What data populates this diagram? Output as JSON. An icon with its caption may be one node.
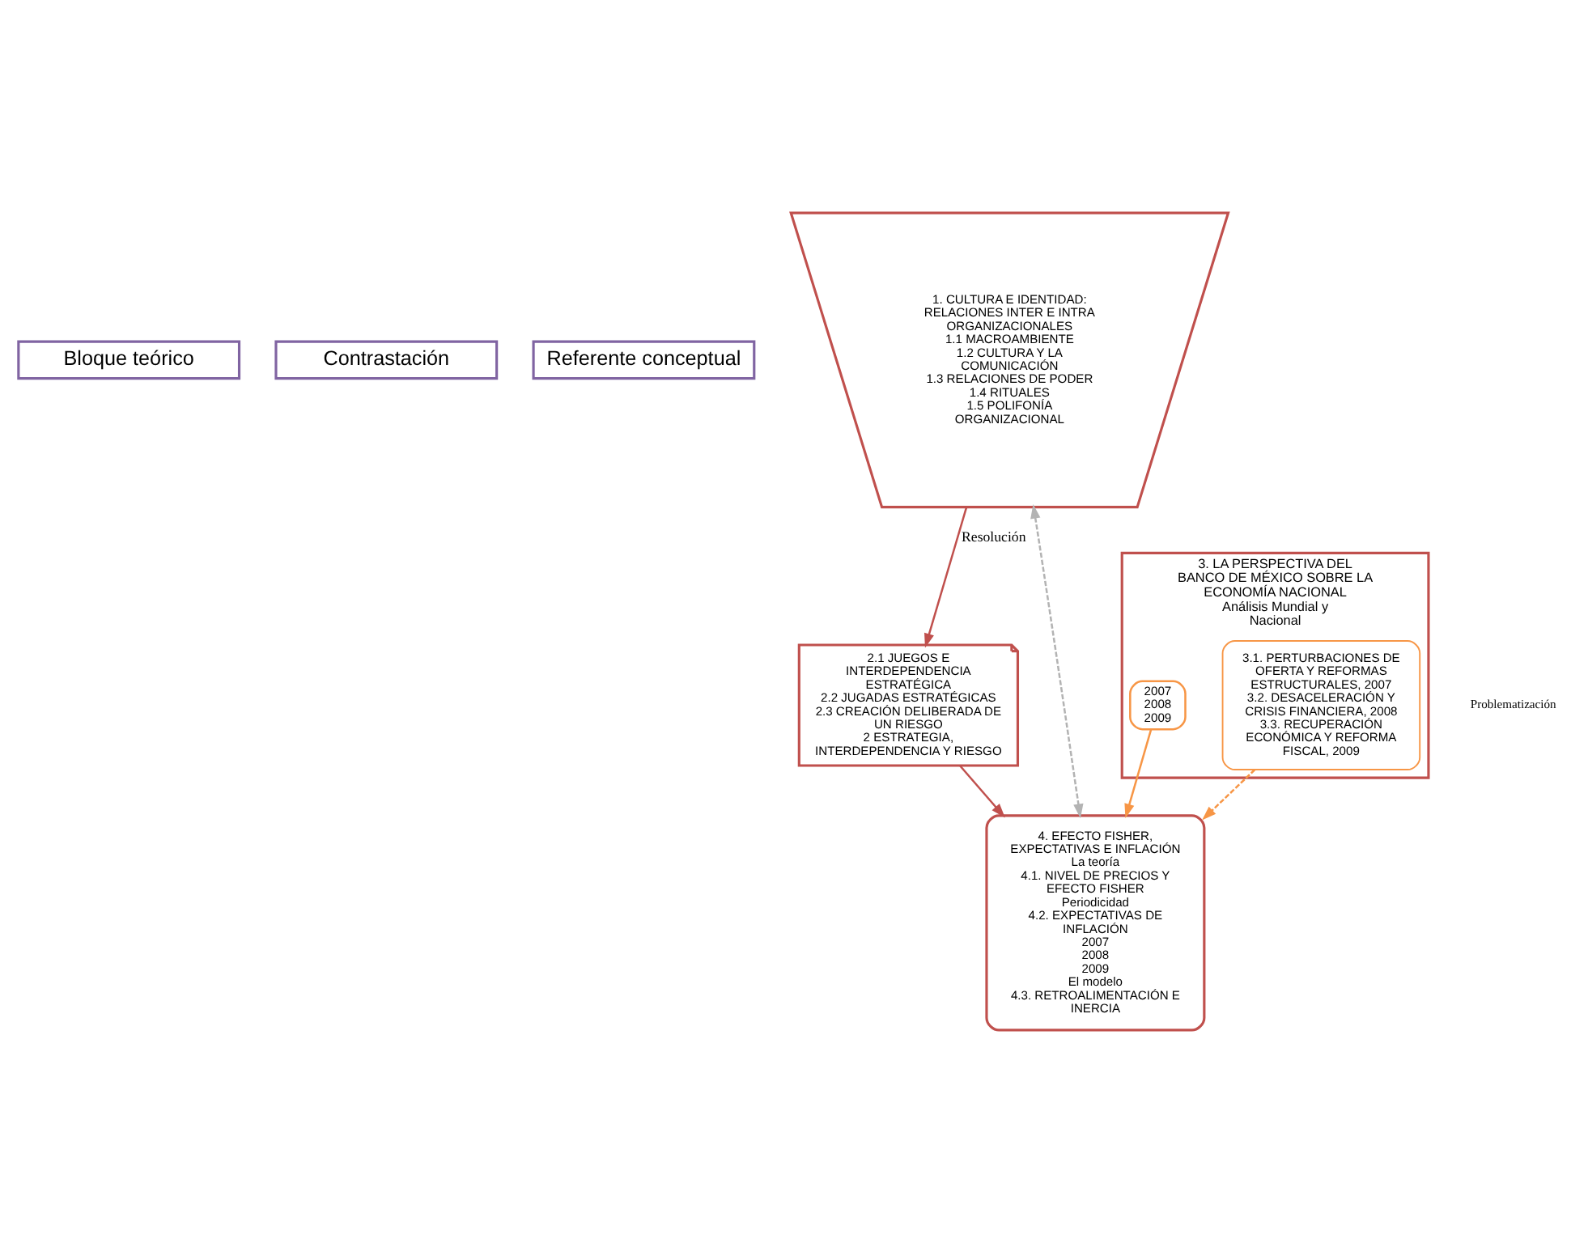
{
  "diagram": {
    "nodes": [
      {
        "text": [
          "Bloque teórico"
        ]
      },
      {
        "text": [
          "Contrastación"
        ]
      },
      {
        "text": [
          "Referente conceptual"
        ]
      },
      {
        "text": [
          "1. CULTURA E IDENTIDAD: RELACIONES INTER E INTRA ORGANIZACIONALES",
          "1.1 MACROAMBIENTE",
          "1.2 CULTURA Y LA COMUNICACIÓN",
          "1.3 RELACIONES DE PODER",
          "1.4 RITUALES",
          "1.5 POLIFONÍA ORGANIZACIONAL"
        ]
      },
      {
        "text": [
          "2.1 JUEGOS E INTERDEPENDENCIA ESTRATÉGICA",
          "2.2 JUGADAS ESTRATÉGICAS",
          "2.3 CREACIÓN DELIBERADA DE UN RIESGO",
          "2 ESTRATEGIA, INTERDEPENDENCIA Y RIESGO"
        ]
      },
      {
        "text": [
          "4. EFECTO FISHER, EXPECTATIVAS E INFLACIÓN",
          "La teoría",
          "4.1. NIVEL DE PRECIOS Y EFECTO FISHER",
          "Periodicidad",
          "4.2. EXPECTATIVAS DE INFLACIÓN",
          "2007",
          "2008",
          "2009",
          "El modelo",
          "4.3. RETROALIMENTACIÓN E INERCIA"
        ]
      },
      {
        "text": [
          "3. LA PERSPECTIVA DEL BANCO DE MÉXICO SOBRE LA ECONOMÍA NACIONAL",
          "Análisis Mundial y Nacional"
        ]
      },
      {
        "text": [
          "2007",
          "2008",
          "2009"
        ],
        "in": 6
      },
      {
        "text": [
          "3.1. PERTURBACIONES DE OFERTA Y REFORMAS ESTRUCTURALES, 2007",
          "3.2. DESACELERACIÓN Y CRISIS FINANCIERA, 2008",
          "3.3. RECUPERACIÓN ECONÓMICA Y REFORMA FISCAL, 2009"
        ],
        "in": 6
      }
    ],
    "edges": [
      {
        "from": 3,
        "to": 5,
        "arrow": "both",
        "style": "dashed",
        "color": "#b3b3b3"
      },
      {
        "from": 3,
        "to": 4,
        "arrow": "to",
        "label": "Resolución"
      },
      {
        "from": 4,
        "to": 5,
        "arrow": "to"
      },
      {
        "from": 7,
        "to": 5,
        "arrow": "to",
        "color": "#f79646"
      },
      {
        "from": 8,
        "to": 5,
        "arrow": "to",
        "style": "dashed",
        "color": "#f79646"
      }
    ],
    "labels": [
      "Problematización"
    ]
  }
}
